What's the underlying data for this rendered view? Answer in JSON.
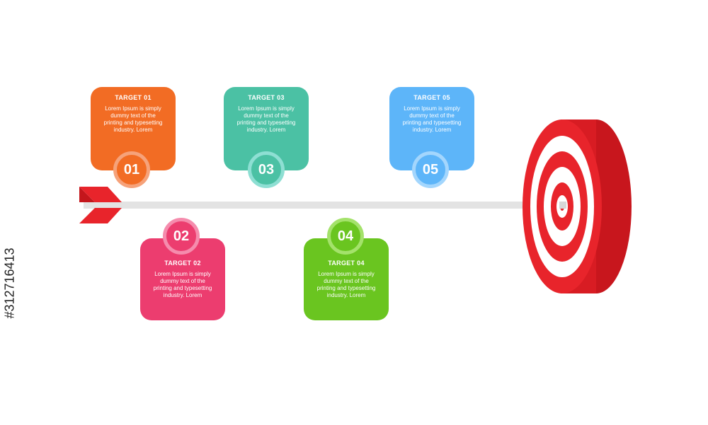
{
  "steps": [
    {
      "number": "01",
      "title": "TARGET 01",
      "text": "Lorem Ipsum is simply dummy text of the printing and typesetting industry. Lorem",
      "color": "#f26c24",
      "ring": "#f6a27a"
    },
    {
      "number": "02",
      "title": "TARGET 02",
      "text": "Lorem Ipsum is simply dummy text of the printing and typesetting industry. Lorem",
      "color": "#ec3d6f",
      "ring": "#f58cad"
    },
    {
      "number": "03",
      "title": "TARGET 03",
      "text": "Lorem Ipsum is simply dummy text of the printing and typesetting industry. Lorem",
      "color": "#4bc1a4",
      "ring": "#8edfd3"
    },
    {
      "number": "04",
      "title": "TARGET 04",
      "text": "Lorem Ipsum is simply dummy text of the printing and typesetting industry. Lorem",
      "color": "#6ac520",
      "ring": "#a4e26b"
    },
    {
      "number": "05",
      "title": "TARGET 05",
      "text": "Lorem Ipsum is simply dummy text of the printing and typesetting industry. Lorem",
      "color": "#5db5f9",
      "ring": "#a3d6fd"
    }
  ],
  "side_id": "#312716413",
  "target_colors": {
    "red": "#e8242b",
    "white": "#ffffff"
  }
}
